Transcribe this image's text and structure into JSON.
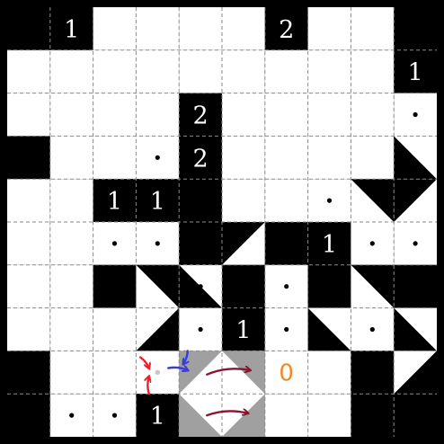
{
  "puzzle": {
    "rows": 10,
    "cols": 10,
    "colors": {
      "background": "#000000",
      "cell": "#ffffff",
      "shaded": "#a0a0a0",
      "grid": "#8a8a8a",
      "clue_text": "#ffffff",
      "dot": "#000000",
      "red_arrow": "#e8202a",
      "blue_arrow": "#3b3bd6",
      "maroon_arrow": "#8a1530",
      "orange_mark": "#f08a24",
      "hint_dot": "#c8c8c8"
    },
    "cells": [
      [
        "B",
        "B1",
        "W",
        "W",
        "W",
        "W",
        "B2",
        "W",
        "W",
        "B"
      ],
      [
        "W",
        "W",
        "W",
        "W",
        "W",
        "W",
        "W",
        "W",
        "W",
        "B1"
      ],
      [
        "W",
        "W",
        "W",
        "W",
        "B2",
        "W",
        "W",
        "W",
        "W",
        "W"
      ],
      [
        "B",
        "W",
        "W",
        "W",
        "B2",
        "W",
        "W",
        "W",
        "W",
        "W"
      ],
      [
        "W",
        "W",
        "B1",
        "B1",
        "B",
        "W",
        "W",
        "W",
        "W",
        "W"
      ],
      [
        "W",
        "W",
        "W",
        "W",
        "B",
        "W",
        "B",
        "B1",
        "W",
        "W"
      ],
      [
        "W",
        "W",
        "B",
        "W",
        "W",
        "B",
        "W",
        "B",
        "W",
        "B"
      ],
      [
        "W",
        "W",
        "W",
        "W",
        "W",
        "B1",
        "W",
        "W",
        "W",
        "W"
      ],
      [
        "B",
        "W",
        "W",
        "W",
        "W",
        "W",
        "W",
        "W",
        "B",
        "W"
      ],
      [
        "B",
        "W",
        "W",
        "B1",
        "W",
        "W",
        "W",
        "W",
        "B",
        "B"
      ]
    ],
    "triangles": [
      {
        "row": 3,
        "col": 9,
        "shape": "tl-bl-br"
      },
      {
        "row": 4,
        "col": 9,
        "shape": "tl-tr-bl"
      },
      {
        "row": 4,
        "col": 8,
        "shape": "tl-tr-br"
      },
      {
        "row": 4,
        "col": 4,
        "shape": "tl-tr-bl"
      },
      {
        "row": 5,
        "col": 4,
        "shape": "tl-bl-br"
      },
      {
        "row": 5,
        "col": 5,
        "shape": "tl-tr-bl"
      },
      {
        "row": 6,
        "col": 3,
        "shape": "tl-tr-br"
      },
      {
        "row": 6,
        "col": 4,
        "shape": "tl-bl-br"
      },
      {
        "row": 6,
        "col": 7,
        "shape": "tl-tr-bl"
      },
      {
        "row": 6,
        "col": 8,
        "shape": "tl-tr-br"
      },
      {
        "row": 7,
        "col": 3,
        "shape": "tr-bl-br"
      },
      {
        "row": 7,
        "col": 7,
        "shape": "tl-bl-br"
      },
      {
        "row": 7,
        "col": 9,
        "shape": "tl-bl-br"
      },
      {
        "row": 8,
        "col": 9,
        "shape": "tr-bl-br"
      },
      {
        "row": 8,
        "col": 8,
        "shape": "tl-tr-bl"
      }
    ],
    "shaded_diamond": {
      "cells": [
        [
          8,
          4
        ],
        [
          8,
          5
        ],
        [
          9,
          4
        ],
        [
          9,
          5
        ]
      ]
    },
    "dots": [
      [
        2,
        9
      ],
      [
        3,
        3
      ],
      [
        4,
        7
      ],
      [
        5,
        2
      ],
      [
        5,
        3
      ],
      [
        5,
        8
      ],
      [
        5,
        9
      ],
      [
        6,
        4
      ],
      [
        6,
        6
      ],
      [
        7,
        4
      ],
      [
        7,
        6
      ],
      [
        7,
        8
      ],
      [
        9,
        1
      ],
      [
        9,
        2
      ]
    ],
    "hint_dots": [
      [
        8,
        3
      ]
    ],
    "arrows": [
      {
        "color": "red_arrow",
        "from": [
          8.15,
          3.1
        ],
        "to": [
          8.4,
          3.3
        ]
      },
      {
        "color": "red_arrow",
        "from": [
          9.0,
          3.3
        ],
        "to": [
          8.6,
          3.3
        ]
      },
      {
        "color": "blue_arrow",
        "from": [
          8.4,
          3.75
        ],
        "to": [
          8.45,
          4.2
        ]
      },
      {
        "color": "blue_arrow",
        "from": [
          8.0,
          4.2
        ],
        "to": [
          8.3,
          4.1
        ]
      },
      {
        "color": "maroon_arrow",
        "from": [
          8.55,
          4.65
        ],
        "to": [
          8.45,
          5.65
        ]
      },
      {
        "color": "maroon_arrow",
        "from": [
          9.5,
          4.65
        ],
        "to": [
          9.45,
          5.6
        ]
      }
    ],
    "orange_mark": {
      "row": 8,
      "col": 6,
      "text": "0"
    }
  }
}
